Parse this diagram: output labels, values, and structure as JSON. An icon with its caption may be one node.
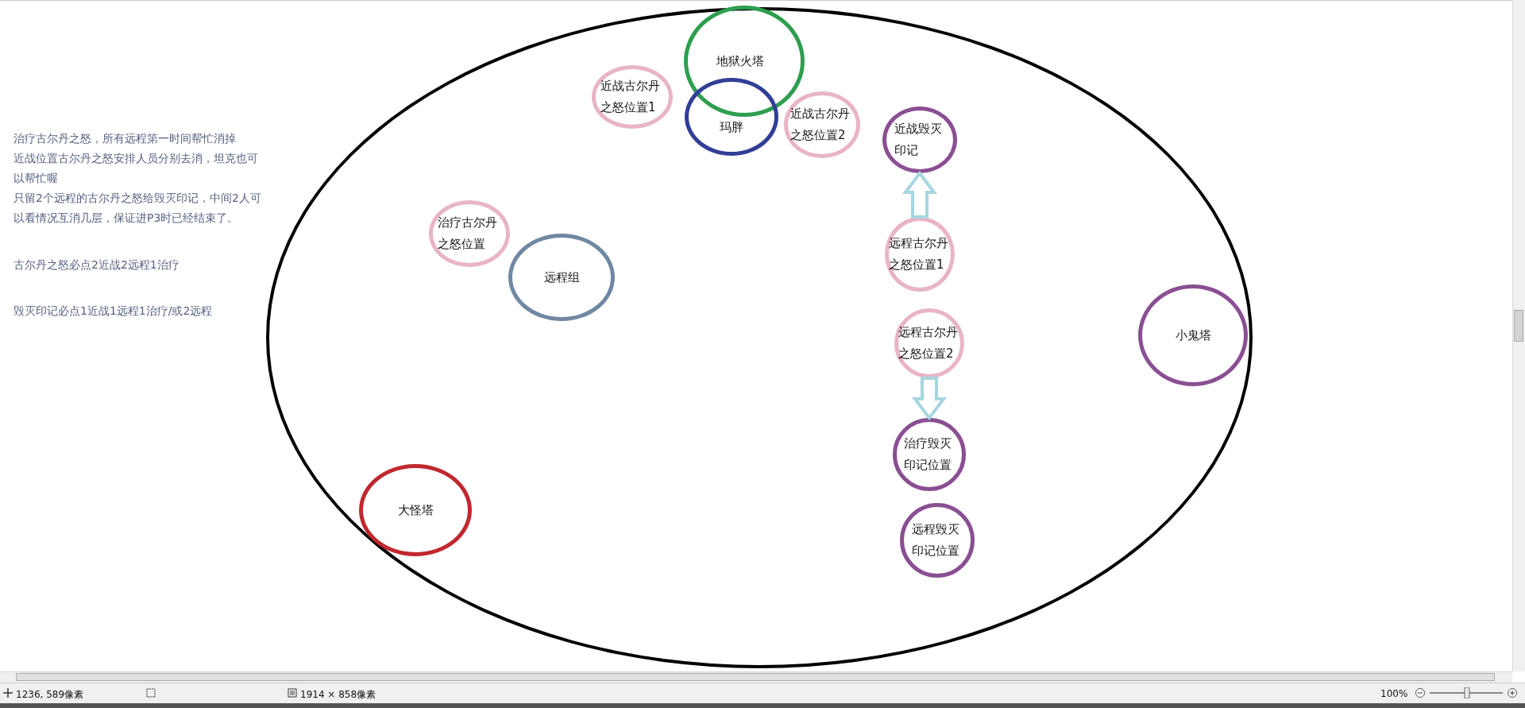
{
  "diagram": {
    "nodes": [
      {
        "text": [],
        "shape": "circle"
      },
      {
        "text": [
          "地狱火塔"
        ],
        "in": 0
      },
      {
        "text": [
          "近战古尔丹之怒位置1"
        ],
        "in": 0
      },
      {
        "text": [
          "玛胖"
        ],
        "in": 0
      },
      {
        "text": [
          "近战古尔丹之怒位置2"
        ],
        "in": 0
      },
      {
        "text": [
          "近战毁灭印记"
        ],
        "in": 0
      },
      {
        "text": [
          "治疗古尔丹之怒位置"
        ],
        "in": 0
      },
      {
        "text": [
          "远程古尔丹之怒位置1"
        ],
        "in": 0
      },
      {
        "text": [
          "远程组"
        ],
        "in": 0
      },
      {
        "text": [
          "小鬼塔"
        ],
        "in": 0
      },
      {
        "text": [
          "远程古尔丹之怒位置2"
        ],
        "in": 0
      },
      {
        "text": [
          "治疗毁灭印记位置"
        ],
        "in": 0
      },
      {
        "text": [
          "大怪塔"
        ],
        "in": 0
      },
      {
        "text": [
          "远程毁灭印记位置"
        ],
        "in": 0
      }
    ],
    "edges": [
      {
        "from": 7,
        "to": 5,
        "arrow": "to"
      },
      {
        "from": 10,
        "to": 11,
        "arrow": "to"
      }
    ],
    "labels": [
      "治疗古尔丹之怒，所有远程第一时间帮忙消掉",
      "近战位置古尔丹之怒安排人员分别去消，坦克也可以帮忙喔",
      "只留2个远程的古尔丹之怒给毁灭印记，中间2人可以看情况互消几层，保证进P3时已经结束了。",
      "古尔丹之怒必点2近战2远程1治疗",
      "毁灭印记必点1近战1远程1治疗/或2远程",
      "1236, 589像素",
      "1914 × 858像素",
      "100%"
    ]
  }
}
